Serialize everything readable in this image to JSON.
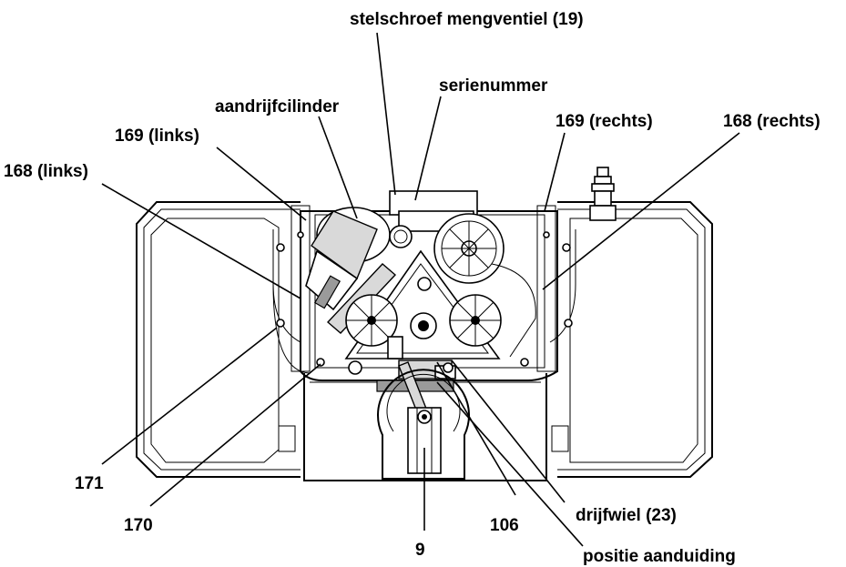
{
  "labels": {
    "stelschroef": "stelschroef mengventiel (19)",
    "serienummer": "serienummer",
    "aandrijfcilinder": "aandrijfcilinder",
    "n169_links": "169 (links)",
    "n169_rechts": "169 (rechts)",
    "n168_rechts": "168 (rechts)",
    "n168_links": "168 (links)",
    "n171": "171",
    "n170": "170",
    "n106": "106",
    "drijfwiel": "drijfwiel (23)",
    "n9": "9",
    "positie": "positie aanduiding"
  }
}
